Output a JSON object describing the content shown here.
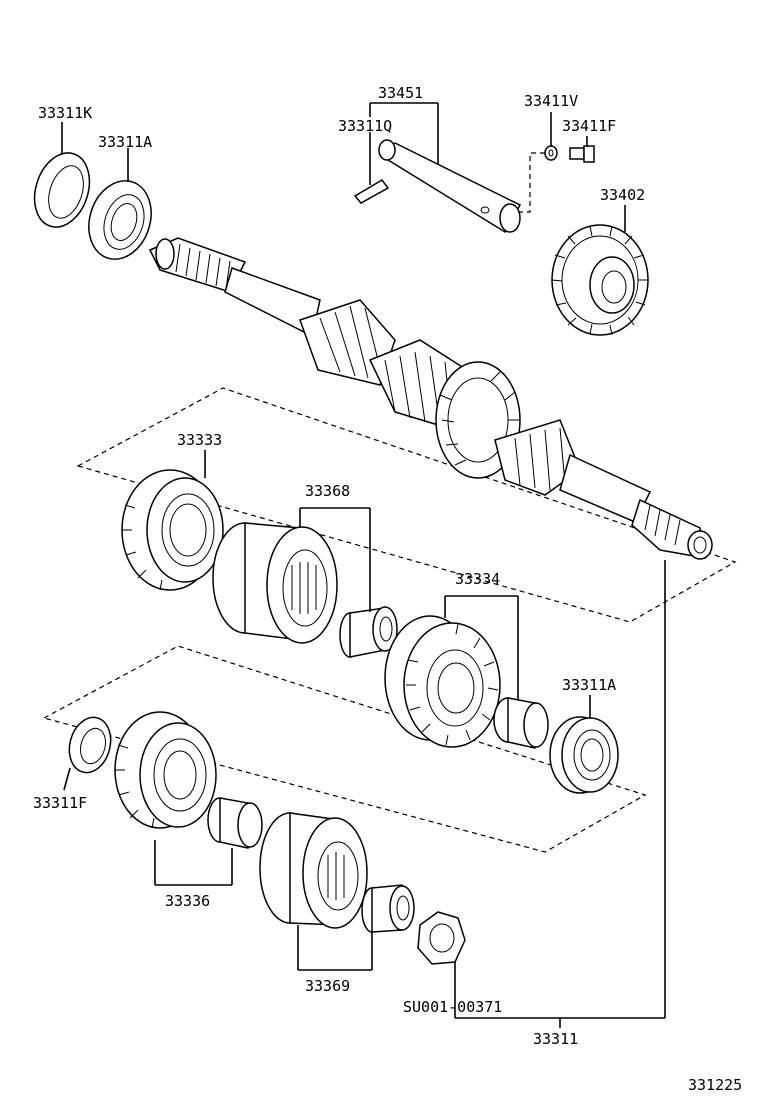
{
  "parts": {
    "oil_seal_front": "33311K",
    "bearing_front": "33311A",
    "shaft_group": "33451",
    "pin": "33311Q",
    "washer": "33411V",
    "bolt": "33411F",
    "gear_33402": "33402",
    "gear_33333": "33333",
    "hub_33368": "33368",
    "gear_33334": "33334",
    "bearing_rear": "33311A",
    "oil_seal_rear": "33311F",
    "gear_33336": "33336",
    "hub_33369": "33369",
    "nut": "SU001-00371",
    "output_shaft": "33311"
  },
  "diagram_code": "331225"
}
